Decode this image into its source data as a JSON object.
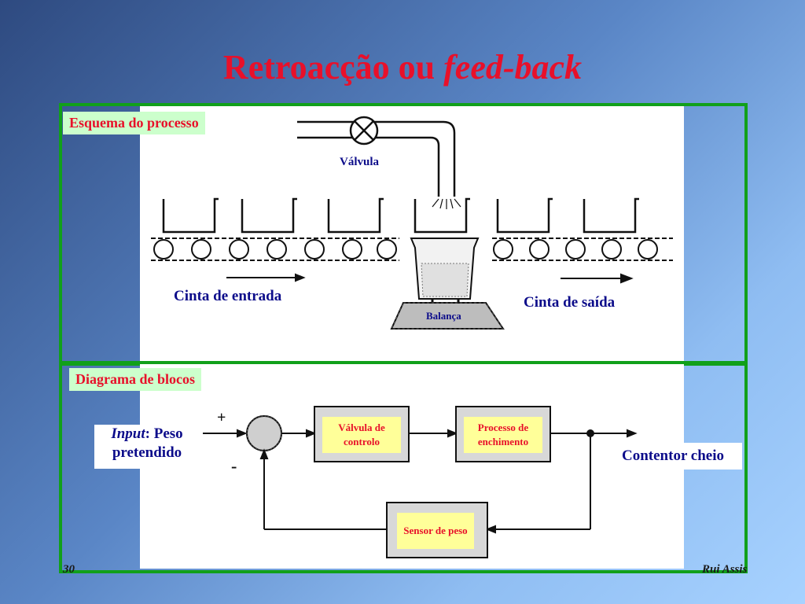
{
  "slide": {
    "title_main": "Retroacção ou",
    "title_italic": "feed-back",
    "page_number": "30",
    "author": "Rui Assis"
  },
  "process": {
    "section_label": "Esquema do processo",
    "valve_label": "Válvula",
    "input_belt_label": "Cinta de entrada",
    "output_belt_label": "Cinta de saída",
    "scale_label": "Balança"
  },
  "blocks": {
    "section_label": "Diagrama de blocos",
    "input_italic": "Input",
    "input_rest": ": Peso",
    "input_line2": "pretendido",
    "plus_sign": "+",
    "minus_sign": "-",
    "valve_block": "Válvula de controlo",
    "process_block": "Processo de enchimento",
    "sensor_block": "Sensor de peso",
    "output_label": "Contentor cheio"
  },
  "colors": {
    "title": "#e8102a",
    "panel_border": "#11a01a",
    "label_bg": "#ccffcc",
    "block_bg": "#ffff99",
    "text_blue": "#0c0c8a"
  }
}
